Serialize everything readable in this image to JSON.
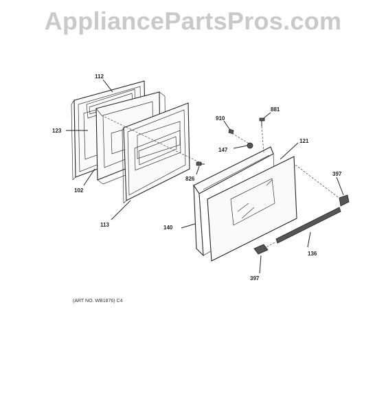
{
  "watermark": "AppliancePartsPros.com",
  "labels": {
    "p112": "112",
    "p123": "123",
    "p102": "102",
    "p113": "113",
    "p826": "826",
    "p910": "910",
    "p881": "881",
    "p147": "147",
    "p121": "121",
    "p397a": "397",
    "p397b": "397",
    "p140": "140",
    "p136": "136"
  },
  "caption": "(ART NO. WB1876) C4"
}
